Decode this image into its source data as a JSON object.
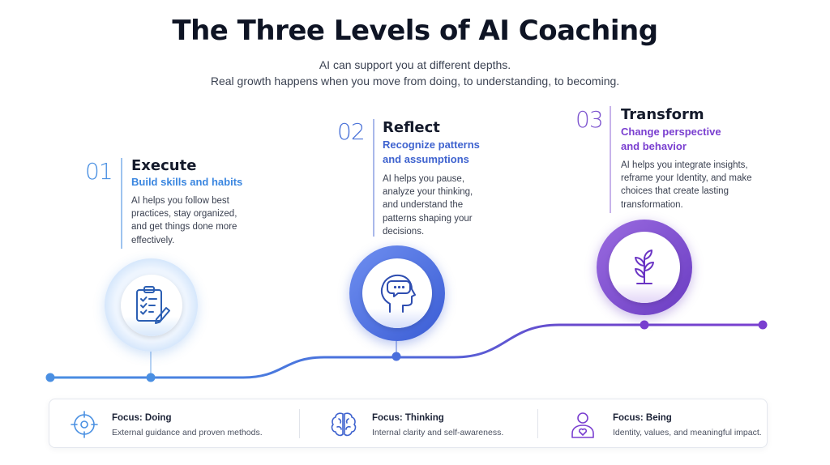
{
  "title": "The Three Levels of AI Coaching",
  "subtitle": {
    "line1": "AI can support you at different depths.",
    "line2": "Real growth happens when you move from doing, to understanding, to becoming."
  },
  "levels": [
    {
      "number": "01",
      "name": "Execute",
      "tagline": "Build skills and habits",
      "description": "AI helps you follow best practices, stay organized, and get things done more effectively.",
      "icon": "clipboard-checklist-icon",
      "color": "#4a90e2"
    },
    {
      "number": "02",
      "name": "Reflect",
      "tagline": "Recognize patterns and assumptions",
      "description": "AI helps you pause, analyze your thinking, and understand the patterns shaping your decisions.",
      "icon": "head-thought-icon",
      "color": "#3f63cf"
    },
    {
      "number": "03",
      "name": "Transform",
      "tagline": "Change perspective and behavior",
      "description": "AI helps you integrate insights, reframe your Identity, and make choices that create lasting transformation.",
      "icon": "sprout-icon",
      "color": "#7a3fd0"
    }
  ],
  "focus": [
    {
      "title": "Focus: Doing",
      "description": "External guidance and proven methods.",
      "icon": "target-crosshair-icon",
      "color": "#4a90e2"
    },
    {
      "title": "Focus: Thinking",
      "description": "Internal clarity and self-awareness.",
      "icon": "brain-icon",
      "color": "#3f63cf"
    },
    {
      "title": "Focus: Being",
      "description": "Identity, values, and meaningful impact.",
      "icon": "person-heart-icon",
      "color": "#7a3fd0"
    }
  ]
}
